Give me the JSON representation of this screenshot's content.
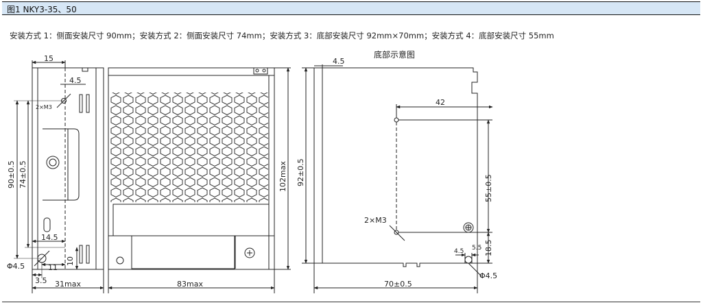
{
  "figure": {
    "label": "图1 NKY3-35、50",
    "caption": "安装方式 1：侧面安装尺寸 90mm；安装方式 2：侧面安装尺寸 74mm；安装方式 3：底部安装尺寸 92mm×70mm；安装方式 4：底部安装尺寸 55mm"
  },
  "side_view": {
    "dim_top": "15",
    "dim_hole_offset": "4.5",
    "hole_label": "2×M3",
    "dim_height_1": "90±0.5",
    "dim_height_2": "74±0.5",
    "dim_lower_width": "14.5",
    "dim_hole_dia": "Φ4.5",
    "dim_small_w": "11",
    "dim_small_h": "10",
    "dim_edge": "3.5",
    "dim_total_width": "31max"
  },
  "front_view": {
    "dim_height": "102max",
    "dim_width": "83max"
  },
  "bottom_view": {
    "title": "底部示意图",
    "dim_top_offset": "4.5",
    "dim_height": "92±0.5",
    "dim_hole_span": "42",
    "dim_vertical_span": "55±0.5",
    "hole_label": "2×M3",
    "dim_small_1": "4.5",
    "dim_small_2": "5.5",
    "dim_bottom_height": "18.5",
    "dim_hole_dia": "Φ4.5",
    "dim_width": "70±0.5"
  },
  "colors": {
    "header_bg": "#d6e6f5",
    "line": "#222222"
  }
}
